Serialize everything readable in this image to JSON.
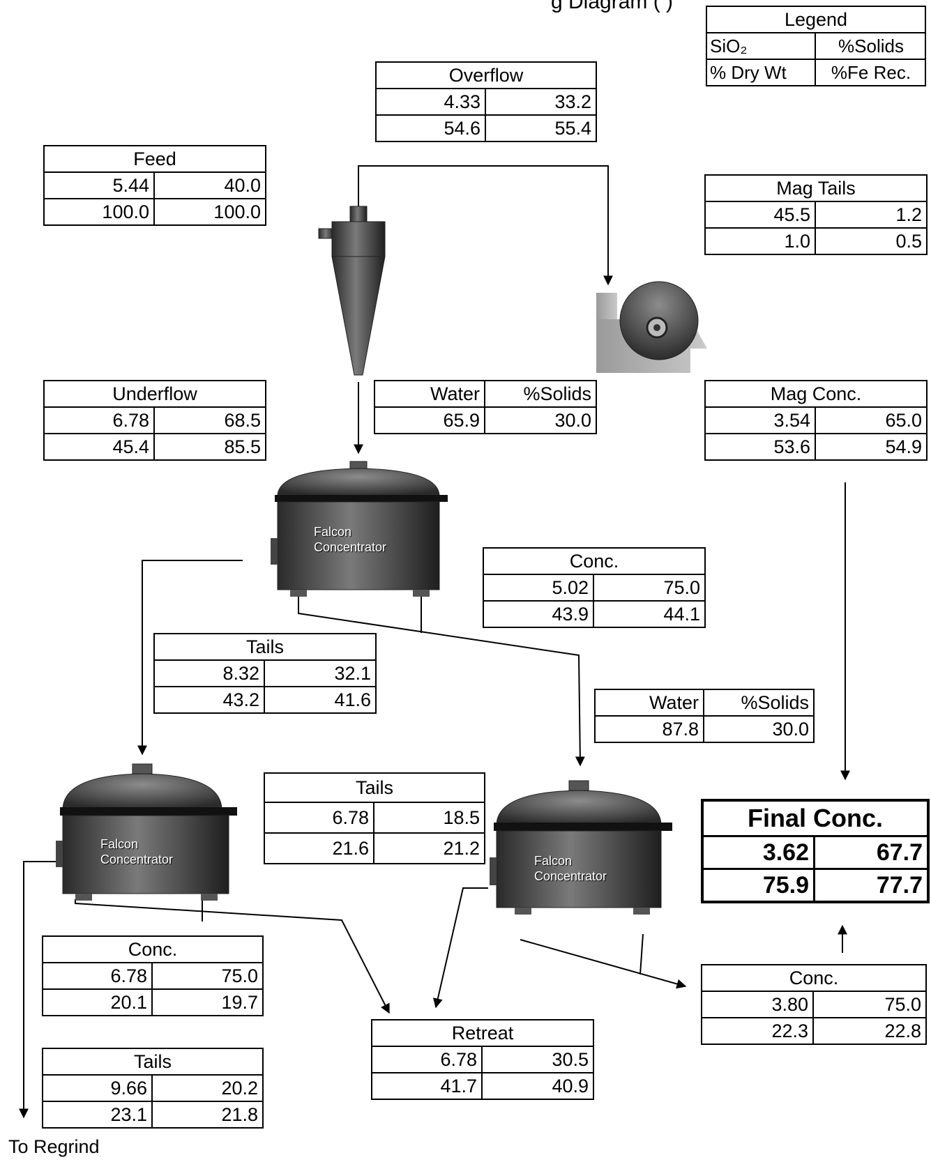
{
  "title_fragment": "g  Diagram (        )",
  "legend": {
    "title": "Legend",
    "rows": [
      [
        "SiO₂",
        "%Solids"
      ],
      [
        "% Dry Wt",
        "%Fe Rec."
      ]
    ]
  },
  "overflow": {
    "title": "Overflow",
    "rows": [
      [
        "4.33",
        "33.2"
      ],
      [
        "54.6",
        "55.4"
      ]
    ]
  },
  "feed": {
    "title": "Feed",
    "rows": [
      [
        "5.44",
        "40.0"
      ],
      [
        "100.0",
        "100.0"
      ]
    ]
  },
  "mag_tails": {
    "title": "Mag Tails",
    "rows": [
      [
        "45.5",
        "1.2"
      ],
      [
        "1.0",
        "0.5"
      ]
    ]
  },
  "underflow": {
    "title": "Underflow",
    "rows": [
      [
        "6.78",
        "68.5"
      ],
      [
        "45.4",
        "85.5"
      ]
    ]
  },
  "water1": {
    "rows": [
      [
        "Water",
        "%Solids"
      ],
      [
        "65.9",
        "30.0"
      ]
    ]
  },
  "mag_conc": {
    "title": "Mag Conc.",
    "rows": [
      [
        "3.54",
        "65.0"
      ],
      [
        "53.6",
        "54.9"
      ]
    ]
  },
  "conc1": {
    "title": "Conc.",
    "rows": [
      [
        "5.02",
        "75.0"
      ],
      [
        "43.9",
        "44.1"
      ]
    ]
  },
  "tails1": {
    "title": "Tails",
    "rows": [
      [
        "8.32",
        "32.1"
      ],
      [
        "43.2",
        "41.6"
      ]
    ]
  },
  "water2": {
    "rows": [
      [
        "Water",
        "%Solids"
      ],
      [
        "87.8",
        "30.0"
      ]
    ]
  },
  "tails2": {
    "title": "Tails",
    "rows": [
      [
        "6.78",
        "18.5"
      ],
      [
        "21.6",
        "21.2"
      ]
    ]
  },
  "final_conc": {
    "title": "Final Conc.",
    "rows": [
      [
        "3.62",
        "67.7"
      ],
      [
        "75.9",
        "77.7"
      ]
    ]
  },
  "conc2": {
    "title": "Conc.",
    "rows": [
      [
        "6.78",
        "75.0"
      ],
      [
        "20.1",
        "19.7"
      ]
    ]
  },
  "retreat": {
    "title": "Retreat",
    "rows": [
      [
        "6.78",
        "30.5"
      ],
      [
        "41.7",
        "40.9"
      ]
    ]
  },
  "conc3": {
    "title": "Conc.",
    "rows": [
      [
        "3.80",
        "75.0"
      ],
      [
        "22.3",
        "22.8"
      ]
    ]
  },
  "tails3": {
    "title": "Tails",
    "rows": [
      [
        "9.66",
        "20.2"
      ],
      [
        "23.1",
        "21.8"
      ]
    ]
  },
  "falcon_label_1": "Falcon",
  "falcon_label_2": "Concentrator",
  "to_regrind": "To Regrind"
}
